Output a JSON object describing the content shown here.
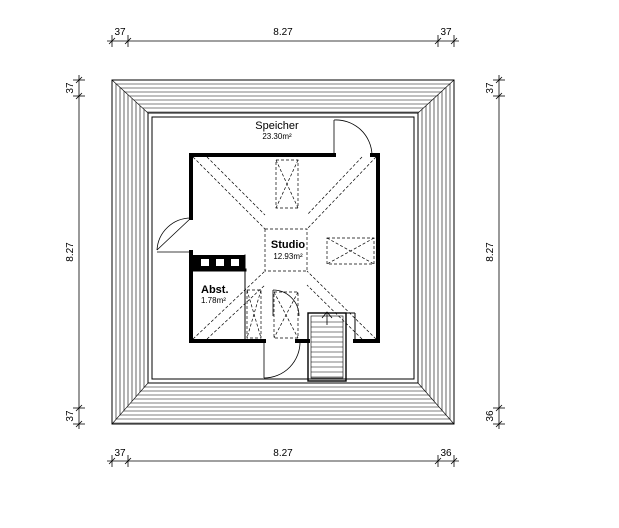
{
  "dimensions": {
    "top": {
      "left_offset": "37",
      "span": "8.27",
      "right_offset": "37"
    },
    "bottom": {
      "left_offset": "37",
      "span": "8.27",
      "right_offset": "36"
    },
    "left": {
      "top_offset": "37",
      "span": "8.27",
      "bottom_offset": "37"
    },
    "right": {
      "top_offset": "37",
      "span": "8.27",
      "bottom_offset": "36"
    }
  },
  "rooms": [
    {
      "id": "speicher",
      "name": "Speicher",
      "area": "23.30m²"
    },
    {
      "id": "studio",
      "name": "Studio",
      "area": "12.93m²"
    },
    {
      "id": "abst",
      "name": "Abst.",
      "area": "1.78m²"
    }
  ]
}
